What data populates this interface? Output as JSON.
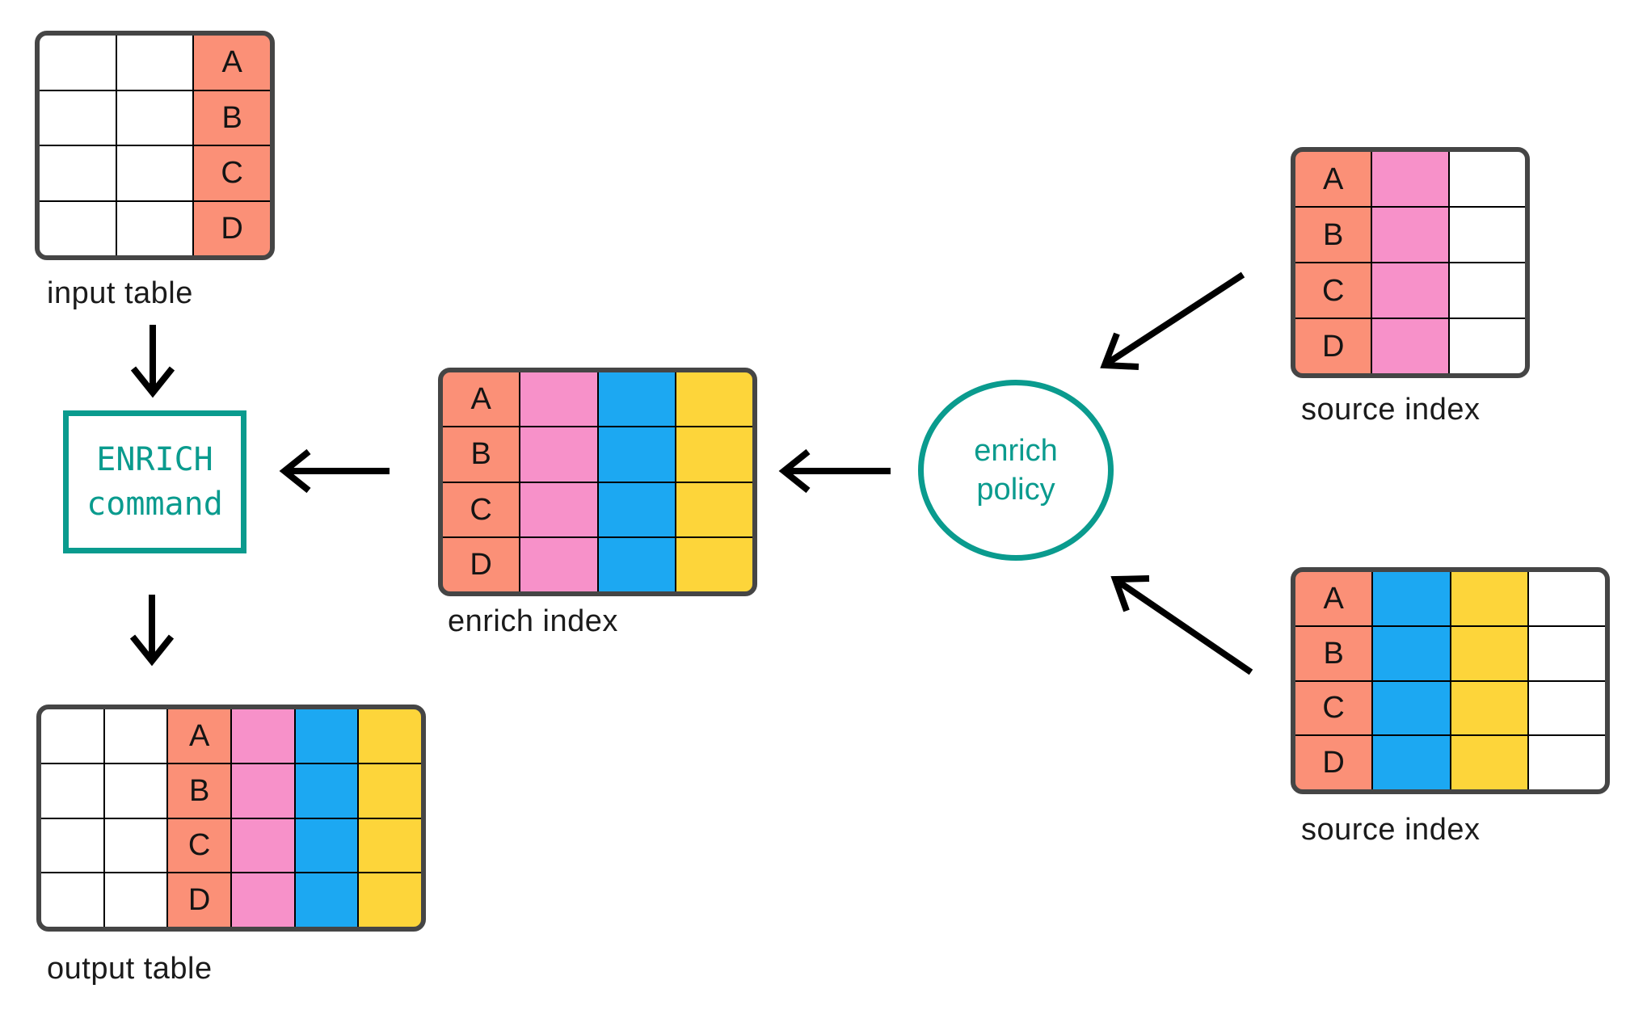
{
  "diagram": {
    "input_table": {
      "label": "input table",
      "rows": [
        "A",
        "B",
        "C",
        "D"
      ],
      "columns": [
        "blank",
        "blank",
        "key"
      ]
    },
    "enrich_command": {
      "line1": "ENRICH",
      "line2": "command"
    },
    "output_table": {
      "label": "output table",
      "rows": [
        "A",
        "B",
        "C",
        "D"
      ],
      "columns": [
        "blank",
        "blank",
        "key",
        "pink",
        "blue",
        "yellow"
      ]
    },
    "enrich_index": {
      "label": "enrich index",
      "rows": [
        "A",
        "B",
        "C",
        "D"
      ],
      "columns": [
        "key",
        "pink",
        "blue",
        "yellow"
      ]
    },
    "enrich_policy": {
      "line1": "enrich",
      "line2": "policy"
    },
    "source_index_top": {
      "label": "source index",
      "rows": [
        "A",
        "B",
        "C",
        "D"
      ],
      "columns": [
        "key",
        "pink",
        "blank"
      ]
    },
    "source_index_bottom": {
      "label": "source index",
      "rows": [
        "A",
        "B",
        "C",
        "D"
      ],
      "columns": [
        "key",
        "blue",
        "yellow",
        "blank"
      ]
    }
  },
  "colors": {
    "key_salmon": "#FB9077",
    "pink": "#F791C9",
    "blue": "#1CA8F2",
    "yellow": "#FDD53A",
    "teal": "#0A9B8E",
    "table_border": "#454545",
    "gridline": "#000000",
    "arrow": "#000000",
    "label_text": "#1B1B1B",
    "background": "#FFFFFF"
  }
}
